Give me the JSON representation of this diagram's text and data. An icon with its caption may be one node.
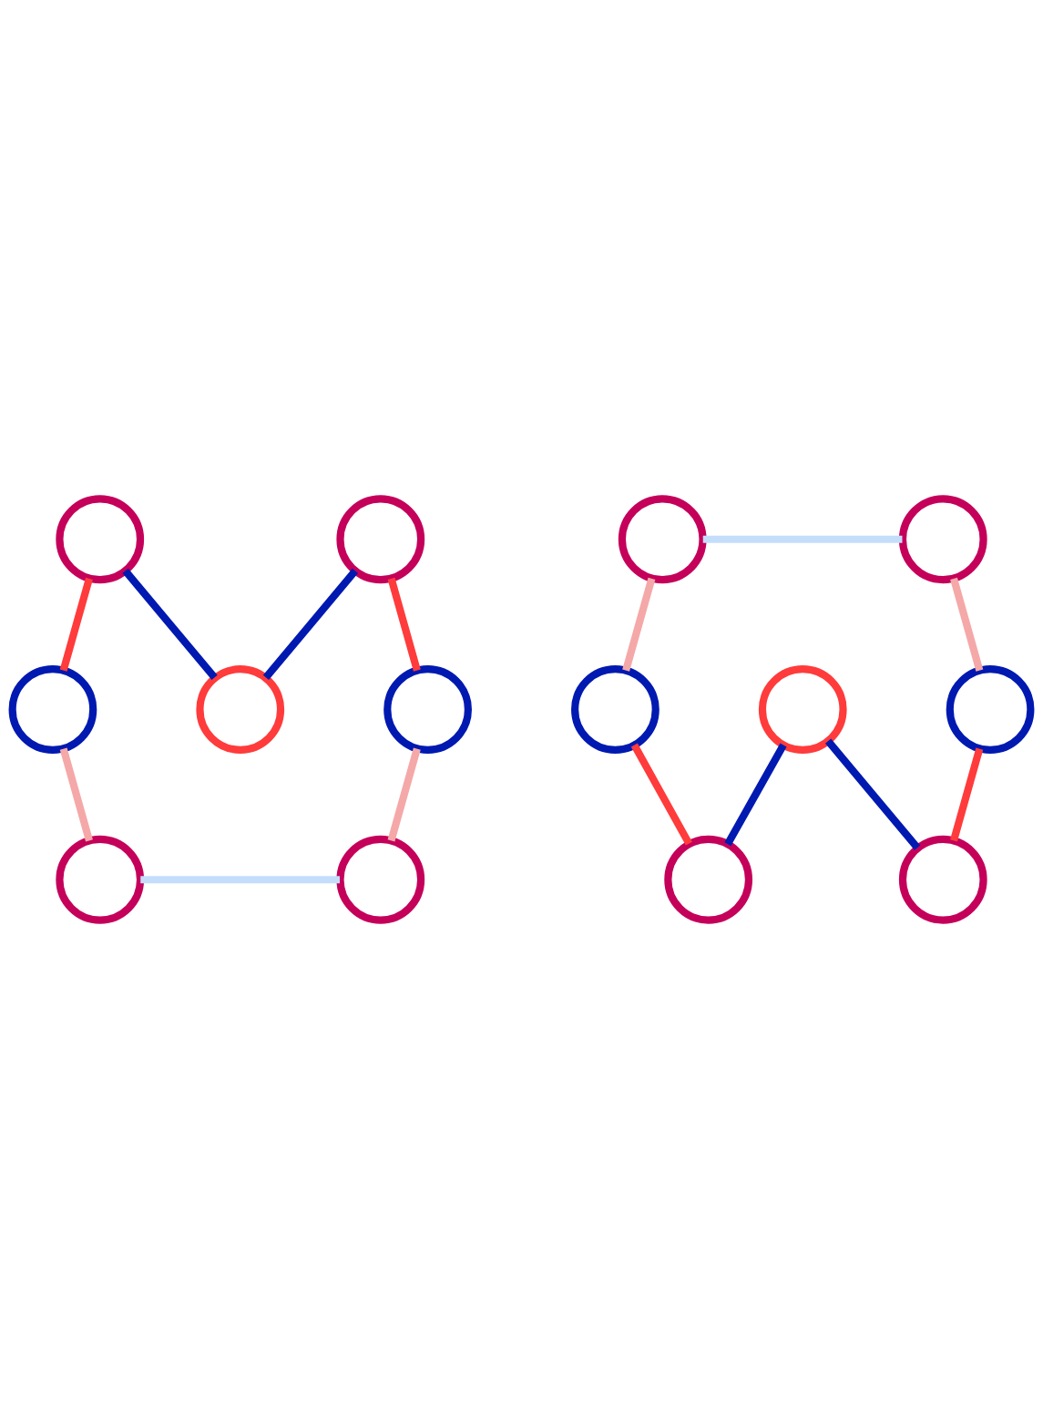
{
  "diagram": {
    "nodes": [
      {
        "text": [],
        "shape": "circle"
      },
      {
        "text": [],
        "shape": "circle"
      },
      {
        "text": [],
        "shape": "circle"
      },
      {
        "text": [],
        "shape": "circle"
      },
      {
        "text": [],
        "shape": "circle"
      },
      {
        "text": [],
        "shape": "circle"
      },
      {
        "text": [],
        "shape": "circle"
      },
      {
        "text": [],
        "shape": "circle"
      },
      {
        "text": [],
        "shape": "circle"
      },
      {
        "text": [],
        "shape": "circle"
      },
      {
        "text": [],
        "shape": "circle"
      },
      {
        "text": [],
        "shape": "circle"
      },
      {
        "text": [],
        "shape": "circle"
      },
      {
        "text": [],
        "shape": "circle"
      }
    ],
    "edges": [
      {
        "from": 2,
        "to": 0,
        "arrow": "none",
        "color": "#ff3b3b"
      },
      {
        "from": 0,
        "to": 3,
        "arrow": "none",
        "color": "#0019b0"
      },
      {
        "from": 3,
        "to": 1,
        "arrow": "none",
        "color": "#0019b0"
      },
      {
        "from": 1,
        "to": 4,
        "arrow": "none",
        "color": "#ff3b3b"
      },
      {
        "from": 2,
        "to": 5,
        "arrow": "none",
        "color": "#f5a8a8"
      },
      {
        "from": 4,
        "to": 6,
        "arrow": "none",
        "color": "#f5a8a8"
      },
      {
        "from": 5,
        "to": 6,
        "arrow": "none",
        "color": "#c4ddfb"
      },
      {
        "from": 7,
        "to": 8,
        "arrow": "none",
        "color": "#c4ddfb"
      },
      {
        "from": 7,
        "to": 9,
        "arrow": "none",
        "color": "#f5a8a8"
      },
      {
        "from": 8,
        "to": 11,
        "arrow": "none",
        "color": "#f5a8a8"
      },
      {
        "from": 9,
        "to": 12,
        "arrow": "none",
        "color": "#ff3b3b"
      },
      {
        "from": 12,
        "to": 10,
        "arrow": "none",
        "color": "#0019b0"
      },
      {
        "from": 10,
        "to": 13,
        "arrow": "none",
        "color": "#0019b0"
      },
      {
        "from": 13,
        "to": 11,
        "arrow": "none",
        "color": "#ff3b3b"
      }
    ]
  }
}
